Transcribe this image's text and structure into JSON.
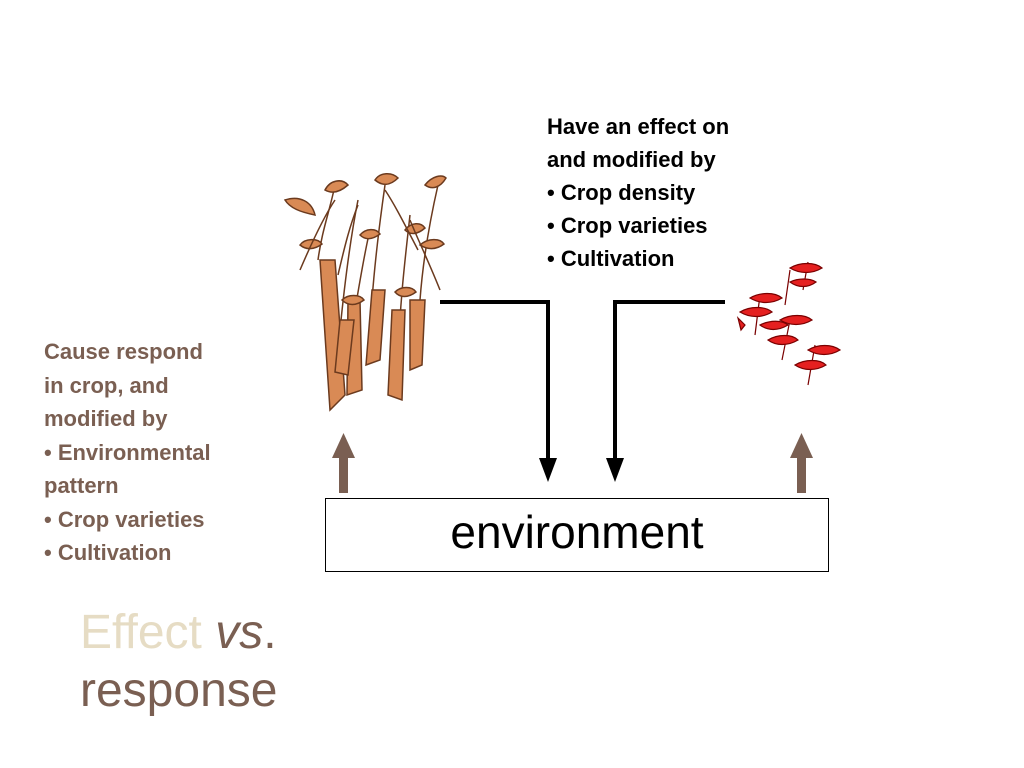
{
  "effect_block": {
    "line1": "Have an effect on",
    "line2": "and modified by",
    "bullets": [
      "• Crop density",
      "• Crop varieties",
      "• Cultivation"
    ]
  },
  "response_block": {
    "line1": "Cause respond",
    "line2": "in crop, and",
    "line3": "modified by",
    "bullet1a": "• Environmental",
    "bullet1b": "pattern",
    "bullet2": "• Crop varieties",
    "bullet3": "• Cultivation"
  },
  "environment_box": {
    "label": "environment"
  },
  "title": {
    "effect": "Effect",
    "vs": "vs",
    "dot": ".",
    "response": "response"
  },
  "colors": {
    "crop_fill": "#d98a55",
    "crop_stroke": "#6b3a1e",
    "weed_fill": "#e52020",
    "weed_stroke": "#7a0000",
    "up_arrow": "#7a5f52",
    "down_arrow": "#000000",
    "response_text": "#7a5f52",
    "title_effect": "#e6dcc4"
  },
  "icons": {
    "left_plant": "crop-plants-icon",
    "right_plant": "weed-seedlings-icon"
  }
}
